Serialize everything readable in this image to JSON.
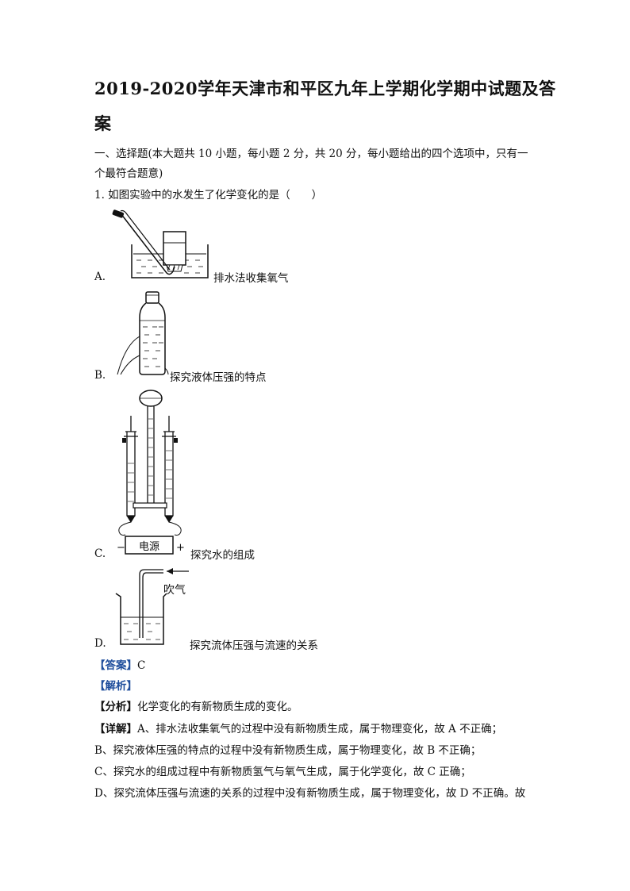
{
  "title_line1": "2019-2020学年天津市和平区九年上学期化学期中试题及答",
  "title_line2": "案",
  "section_header_l1": "一、选择题(本大题共 10 小题，每小题 2 分，共 20 分，每小题给出的四个选项中，只有一",
  "section_header_l2": "个最符合题意)",
  "question": "1. 如图实验中的水发生了化学变化的是（　　）",
  "options": [
    {
      "letter": "A.",
      "caption": "排水法收集氧气"
    },
    {
      "letter": "B.",
      "caption": "探究液体压强的特点"
    },
    {
      "letter": "C.",
      "caption": "探究水的组成",
      "power_label": "电源",
      "minus": "−",
      "plus": "+"
    },
    {
      "letter": "D.",
      "caption": "探究流体压强与流速的关系",
      "blow_label": "吹气"
    }
  ],
  "answer_tag": "【答案】",
  "answer_value": "C",
  "analysis_tag": "【解析】",
  "fenxi_tag": "【分析】",
  "fenxi_text": "化学变化的有新物质生成的变化。",
  "detail_tag": "【详解】",
  "detail_a": "A、排水法收集氧气的过程中没有新物质生成，属于物理变化，故 A 不正确；",
  "detail_b": "B、探究液体压强的特点的过程中没有新物质生成，属于物理变化，故 B 不正确；",
  "detail_c": "C、探究水的组成过程中有新物质氢气与氧气生成，属于化学变化，故 C 正确；",
  "detail_d": "D、探究流体压强与流速的关系的过程中没有新物质生成，属于物理变化，故 D 不正确。故"
}
